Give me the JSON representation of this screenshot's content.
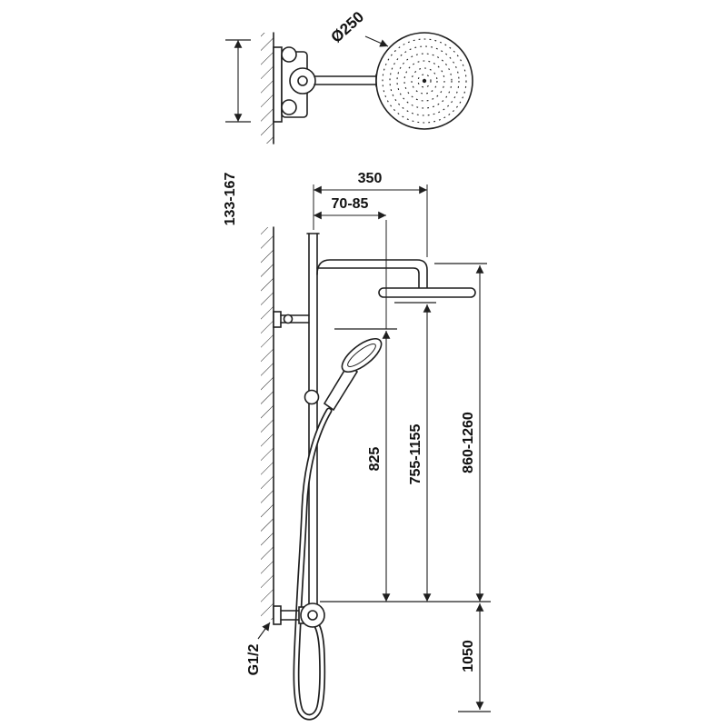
{
  "colors": {
    "background": "#ffffff",
    "line": "#1f1f1f",
    "text": "#111111"
  },
  "detail_view": {
    "head_diameter_label": "Ø250",
    "inlet_spacing_label": "133-167"
  },
  "main_view": {
    "arm_reach_label": "350",
    "handshower_offset_label": "70-85",
    "handshower_height_label": "825",
    "head_height_range_label": "755-1155",
    "column_height_range_label": "860-1260",
    "inlet_height_label": "1050",
    "connection_thread_label": "G1/2"
  }
}
